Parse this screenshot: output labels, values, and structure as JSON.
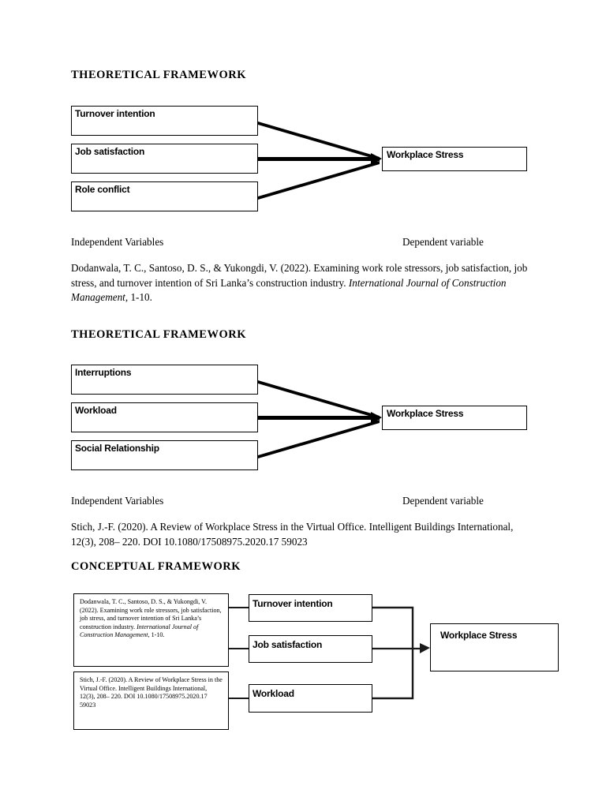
{
  "document": {
    "sections": [
      {
        "heading": "THEORETICAL FRAMEWORK",
        "independent_label": "Independent Variables",
        "dependent_label": "Dependent variable",
        "independent_boxes": [
          "Turnover intention",
          "Job satisfaction",
          "Role conflict"
        ],
        "dependent_box": "Workplace Stress",
        "citation": {
          "part1": "Dodanwala, T. C., Santoso, D. S., & Yukongdi, V. (2022). Examining work role stressors, job satisfaction, job stress, and turnover intention of Sri Lanka’s construction industry. ",
          "italic": "International Journal of Construction Management",
          "part2": ", 1-10."
        }
      },
      {
        "heading": "THEORETICAL FRAMEWORK",
        "independent_label": "Independent Variables",
        "dependent_label": "Dependent variable",
        "independent_boxes": [
          "Interruptions",
          "Workload",
          "Social Relationship"
        ],
        "dependent_box": "Workplace Stress",
        "citation": {
          "part1": "Stich, J.-F. (2020). A Review of Workplace Stress in the Virtual Office. Intelligent Buildings International, 12(3), 208– 220. DOI 10.1080/17508975.2020.17 59023",
          "italic": "",
          "part2": ""
        }
      }
    ],
    "conceptual": {
      "heading": "CONCEPTUAL FRAMEWORK",
      "reference_boxes": [
        {
          "part1": "Dodanwala, T. C., Santoso, D. S., & Yukongdi, V. (2022). Examining work role stressors, job satisfaction, job stress, and turnover intention of Sri Lanka’s construction industry. ",
          "italic": "Journal of Construction Management",
          "italic_lead": "International",
          "part2": ", 1-10."
        },
        {
          "part1": "Stich, J.-F. (2020). A Review of Workplace Stress in the Virtual Office. Intelligent Buildings International, 12(3), 208– 220. DOI 10.1080/17508975.2020.17 59023",
          "italic": "",
          "part2": ""
        }
      ],
      "mediator_boxes": [
        "Turnover intention",
        "Job satisfaction",
        "Workload"
      ],
      "outcome_box": "Workplace Stress"
    }
  },
  "colors": {
    "ink": "#000000",
    "page": "#ffffff",
    "line": "#1a1a1a"
  }
}
